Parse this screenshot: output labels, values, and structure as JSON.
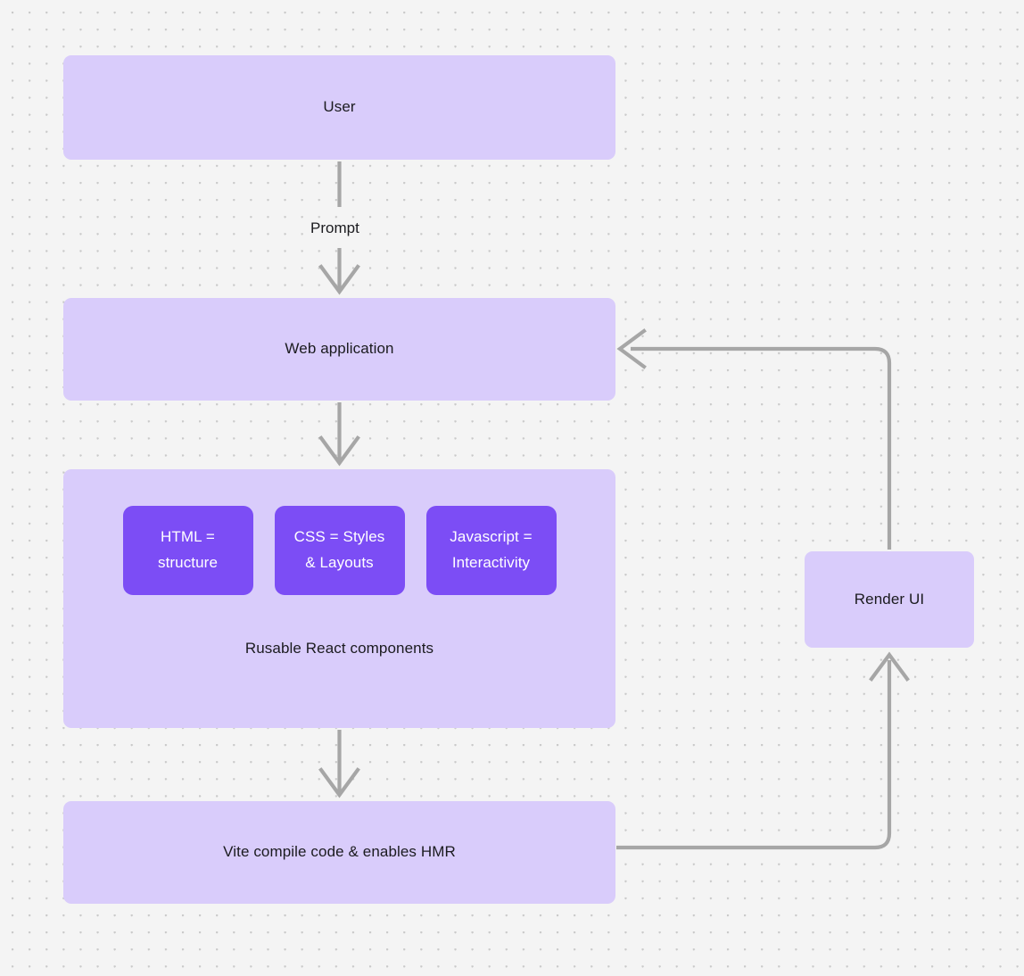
{
  "canvas": {
    "background_color": "#f4f4f4",
    "dot_color": "#c9c9c9",
    "node_fill": "#d9ccfb",
    "chip_fill": "#7c4df5",
    "edge_color": "#a6a6a6",
    "text_color": "#1b1b1f"
  },
  "nodes": {
    "user": {
      "label": "User"
    },
    "web_application": {
      "label": "Web application"
    },
    "components": {
      "caption": "Rusable React components",
      "chips": [
        {
          "label": "HTML =\nstructure",
          "line1": "HTML =",
          "line2": "structure"
        },
        {
          "label": "CSS = Styles\n& Layouts",
          "line1": "CSS = Styles",
          "line2": "& Layouts"
        },
        {
          "label": "Javascript =\nInteractivity",
          "line1": "Javascript =",
          "line2": "Interactivity"
        }
      ]
    },
    "vite": {
      "label": "Vite compile code & enables HMR"
    },
    "render_ui": {
      "label": "Render UI"
    }
  },
  "edges": [
    {
      "from": "user",
      "to": "web_application",
      "label": "Prompt",
      "direction": "down"
    },
    {
      "from": "web_application",
      "to": "components",
      "label": "",
      "direction": "down"
    },
    {
      "from": "components",
      "to": "vite",
      "label": "",
      "direction": "down"
    },
    {
      "from": "vite",
      "to": "render_ui",
      "label": "",
      "direction": "right-up"
    },
    {
      "from": "render_ui",
      "to": "web_application",
      "label": "",
      "direction": "up-left"
    }
  ]
}
